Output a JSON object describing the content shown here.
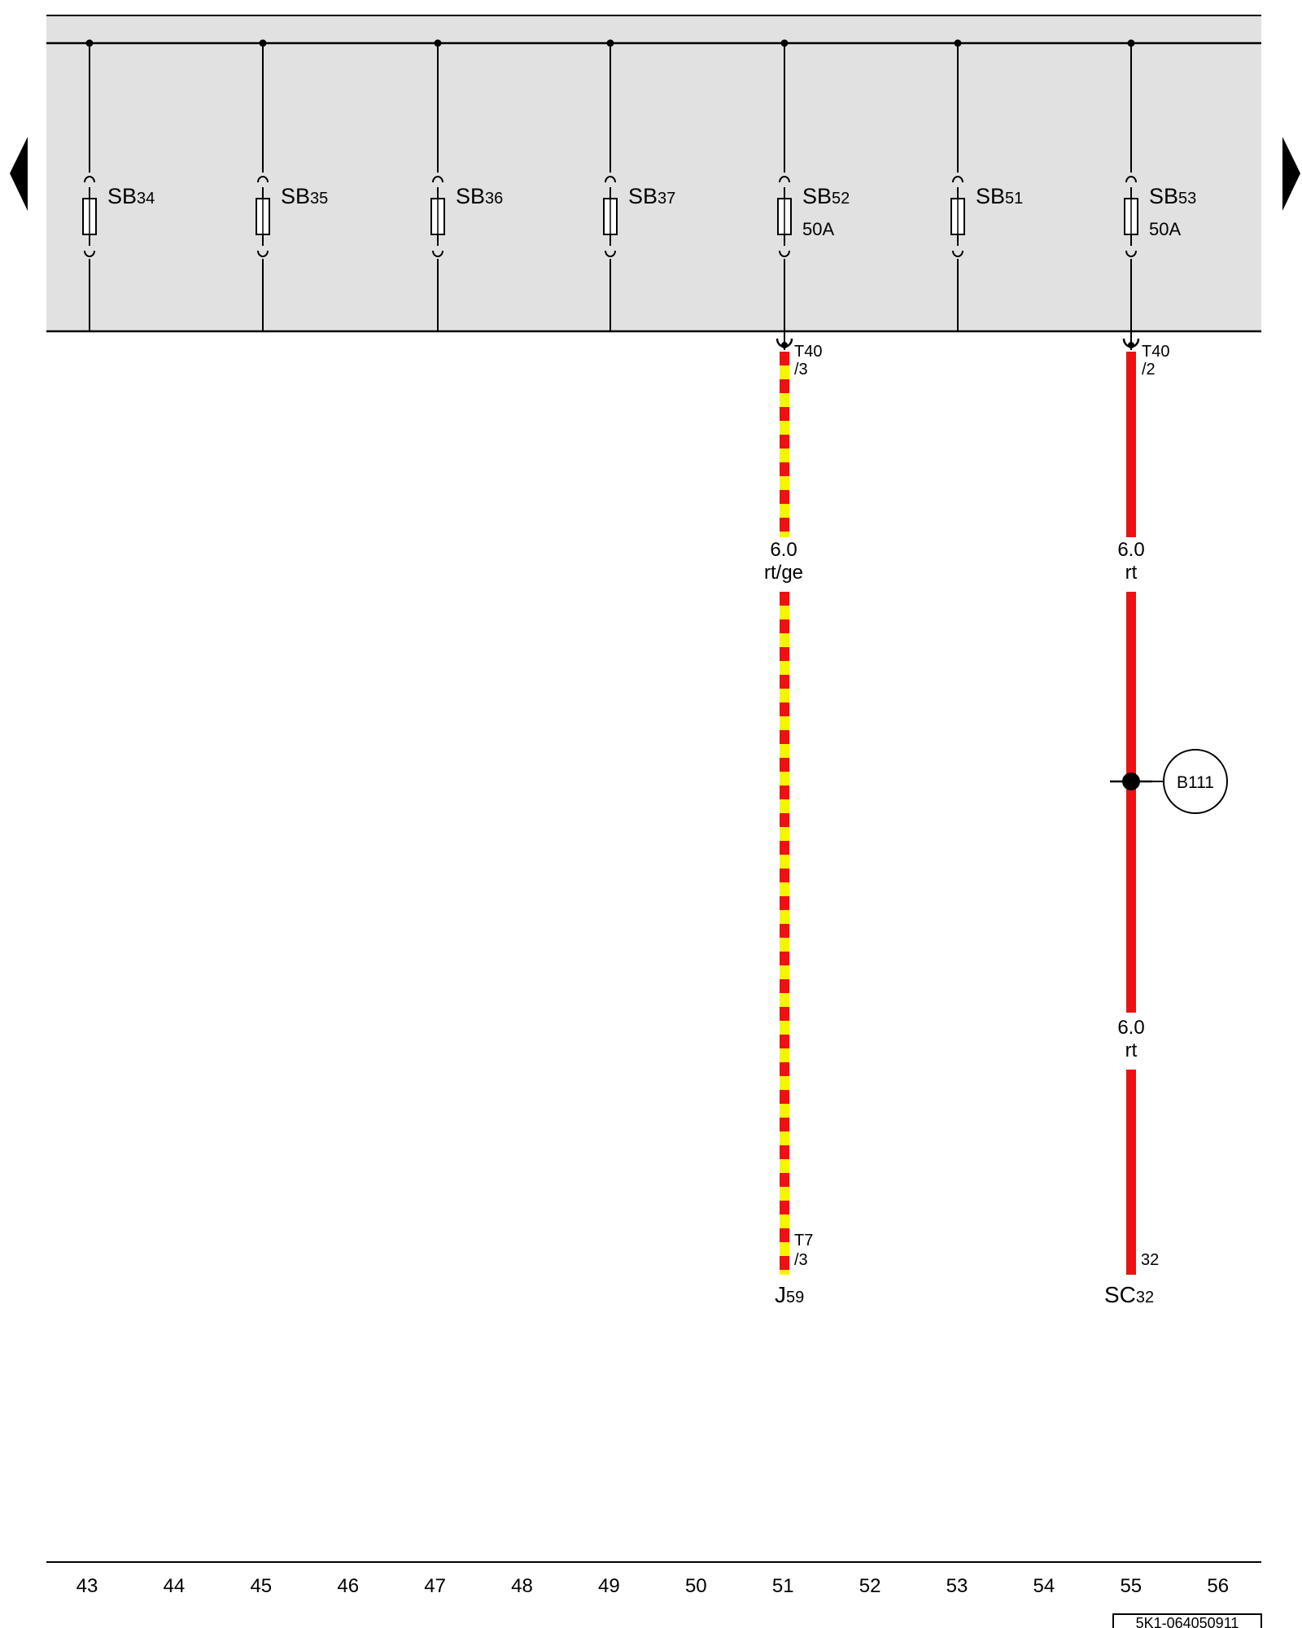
{
  "fuses": [
    {
      "id": "SB34",
      "main": "SB",
      "sub": "34",
      "rating": ""
    },
    {
      "id": "SB35",
      "main": "SB",
      "sub": "35",
      "rating": ""
    },
    {
      "id": "SB36",
      "main": "SB",
      "sub": "36",
      "rating": ""
    },
    {
      "id": "SB37",
      "main": "SB",
      "sub": "37",
      "rating": ""
    },
    {
      "id": "SB52",
      "main": "SB",
      "sub": "52",
      "rating": "50A"
    },
    {
      "id": "SB51",
      "main": "SB",
      "sub": "51",
      "rating": ""
    },
    {
      "id": "SB53",
      "main": "SB",
      "sub": "53",
      "rating": "50A"
    }
  ],
  "wires": [
    {
      "id": "w1",
      "color_code": "rt/ge",
      "stripe_colors": [
        "#ee1111",
        "#f5f500"
      ],
      "top_connector": {
        "line1": "T40",
        "line2": "/3"
      },
      "labels": [
        {
          "size": "6.0",
          "color": "rt/ge"
        }
      ],
      "bottom_connector": {
        "line1": "T7",
        "line2": "/3"
      },
      "component": {
        "main": "J",
        "sub": "59"
      }
    },
    {
      "id": "w2",
      "color_code": "rt",
      "stripe_colors": [
        "#ee1111"
      ],
      "top_connector": {
        "line1": "T40",
        "line2": "/2"
      },
      "labels": [
        {
          "size": "6.0",
          "color": "rt"
        },
        {
          "size": "6.0",
          "color": "rt"
        }
      ],
      "splice": "B111",
      "bottom_connector": {
        "line1": "",
        "line2": "32"
      },
      "component": {
        "main": "SC",
        "sub": "32"
      }
    }
  ],
  "grid_numbers": [
    "43",
    "44",
    "45",
    "46",
    "47",
    "48",
    "49",
    "50",
    "51",
    "52",
    "53",
    "54",
    "55",
    "56"
  ],
  "ref_code": "5K1-064050911",
  "colors": {
    "panel_fill": "#e1e1e1",
    "wire_red": "#ee1111",
    "wire_yellow": "#f5f500"
  },
  "nav": {
    "prev": "previous-page",
    "next": "next-page"
  }
}
